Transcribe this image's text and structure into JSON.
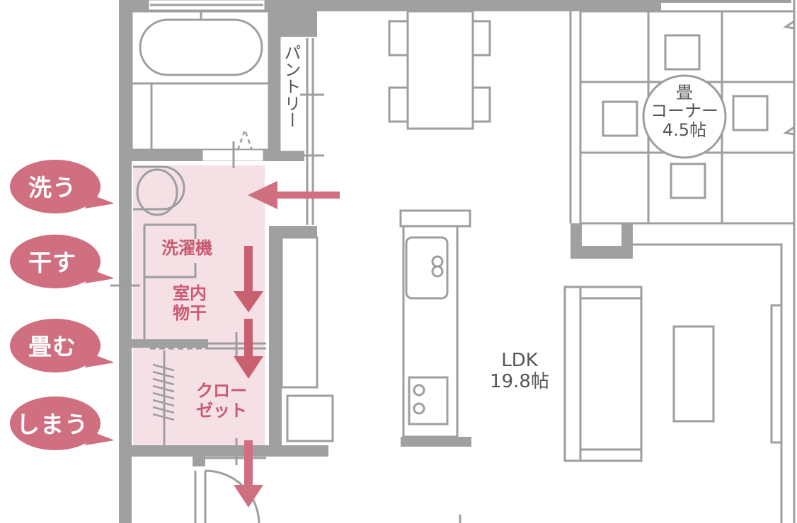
{
  "colors": {
    "wall": "#a0a0a0",
    "line": "#9e9e9e",
    "accent": "#cf6f80",
    "arrow": "#c9606f",
    "highlight_tint": "#f4e0e5",
    "label_pink": "#c95a70",
    "label_gray": "#555555"
  },
  "steps": [
    {
      "label": "洗う",
      "icon": "speech-bubble"
    },
    {
      "label": "干す",
      "icon": "speech-bubble"
    },
    {
      "label": "畳む",
      "icon": "speech-bubble"
    },
    {
      "label": "しまう",
      "icon": "speech-bubble"
    }
  ],
  "rooms": {
    "pantry": "パントリー",
    "washer_label": "洗濯機",
    "drying": {
      "line1": "室内",
      "line2": "物干"
    },
    "closet": {
      "line1": "クロー",
      "line2": "ゼット"
    },
    "ldk": {
      "name": "LDK",
      "size": "19.8帖"
    },
    "tatami": {
      "line1": "畳",
      "line2": "コーナー",
      "size": "4.5帖"
    }
  },
  "flow_arrows": [
    {
      "direction": "left",
      "from": "LDK",
      "to": "laundry"
    },
    {
      "direction": "down",
      "from": "washer",
      "to": "indoor-drying"
    },
    {
      "direction": "down",
      "from": "indoor-drying",
      "to": "closet"
    },
    {
      "direction": "down",
      "from": "closet",
      "to": "hallway"
    }
  ]
}
